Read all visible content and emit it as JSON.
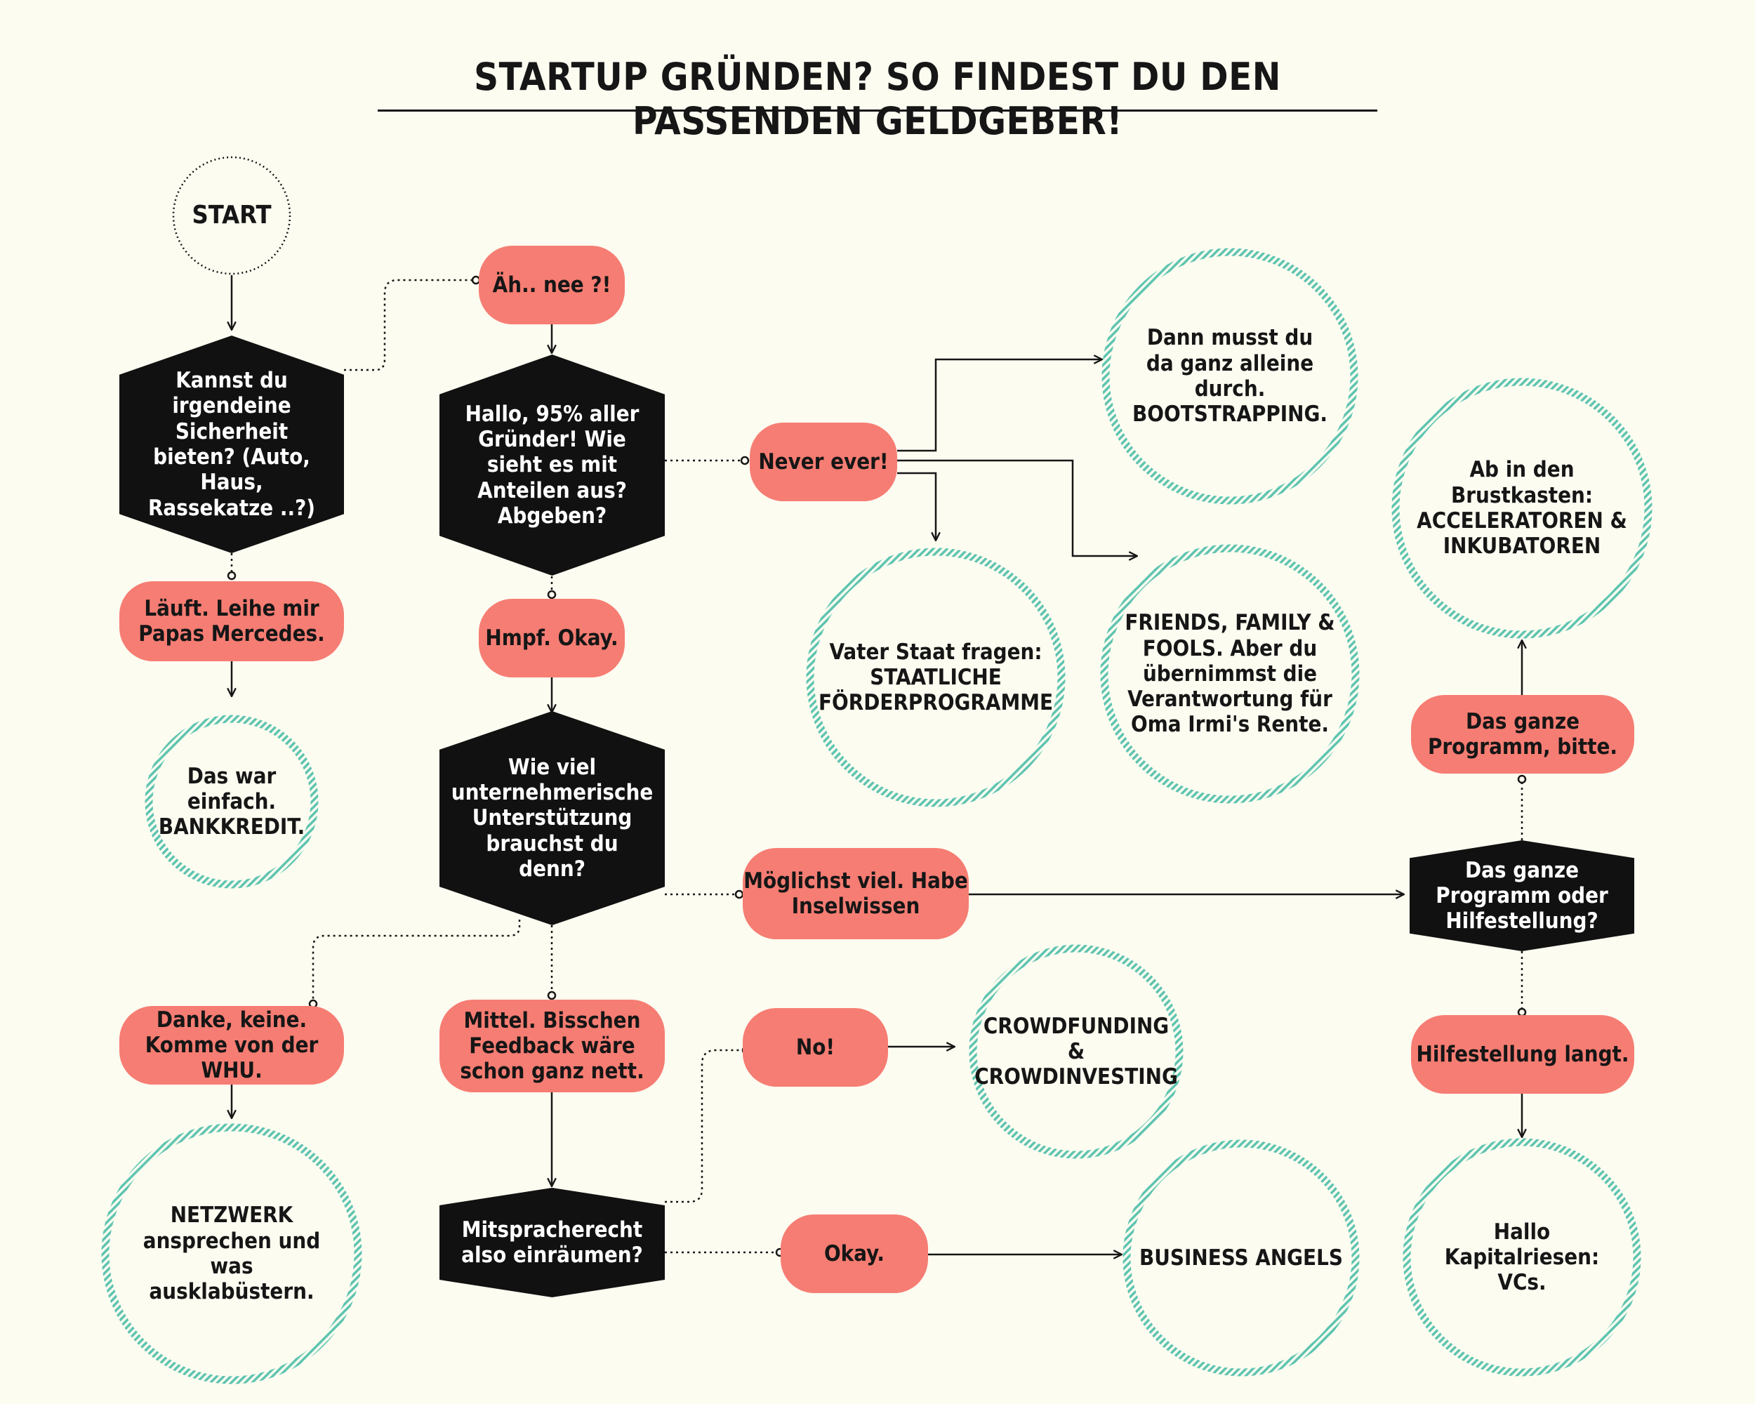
{
  "title": "STARTUP GRÜNDEN? SO FINDEST DU DEN PASSENDEN GELDGEBER!",
  "colors": {
    "background": "#fdfcf1",
    "answer_pill": "#f67d73",
    "question_hexagon": "#111111",
    "result_circle_stripe": "#5ec4b0",
    "text": "#161616"
  },
  "start": "START",
  "questions": {
    "security": "Kannst du irgendeine Sicherheit bieten? (Auto, Haus, Rassekatze ..?)",
    "shares": "Hallo, 95% aller Gründer! Wie sieht es mit Anteilen aus? Abgeben?",
    "support": "Wie viel unternehmerische Unterstützung brauchst du denn?",
    "say": "Mitspracherecht also einräumen?",
    "program": "Das ganze Programm oder Hilfestellung?"
  },
  "answers": {
    "aeh_nee": "Äh.. nee ?!",
    "papas_mercedes": "Läuft. Leihe mir Papas Mercedes.",
    "hmpf": "Hmpf. Okay.",
    "never_ever": "Never ever!",
    "inselwissen": "Möglichst viel. Habe Inselwissen",
    "whu": "Danke, keine. Komme von der WHU.",
    "mittel": "Mittel. Bisschen Feedback wäre schon ganz nett.",
    "no": "No!",
    "okay": "Okay.",
    "ganzes_programm": "Das ganze Programm, bitte.",
    "hilfestellung": "Hilfestellung langt."
  },
  "results": {
    "bankkredit": "Das war einfach. BANKKREDIT.",
    "bootstrapping": "Dann musst du da ganz alleine durch. BOOTSTRAPPING.",
    "staat": "Vater Staat fragen: STAATLICHE FÖRDERPROGRAMME",
    "fff": "FRIENDS, FAMILY & FOOLS. Aber du übernimmst die Verantwortung für Oma Irmi's Rente.",
    "accelerator": "Ab in den Brustkasten: ACCELERATOREN & INKUBATOREN",
    "netzwerk": "NETZWERK ansprechen und was ausklabüstern.",
    "crowd": "CROWDFUNDING & CROWDINVESTING",
    "angels": "BUSINESS ANGELS",
    "vcs": "Hallo Kapitalriesen: VCs."
  }
}
